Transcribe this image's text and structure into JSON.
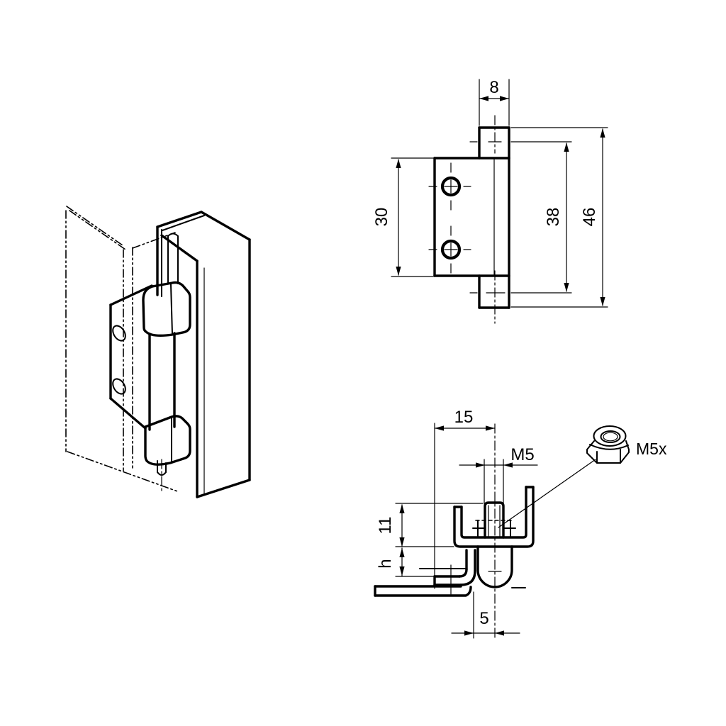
{
  "drawing": {
    "type": "technical-drawing-hinge",
    "colors": {
      "background": "#ffffff",
      "line": "#000000"
    },
    "front_view": {
      "dims": {
        "tab_width": "8",
        "plate_height": "30",
        "knuckle_span": "38",
        "total_height": "46"
      }
    },
    "section_view": {
      "dims": {
        "leaf_offset": "15",
        "thread": "M5",
        "channel_depth": "11",
        "height_var": "h",
        "pivot_offset": "5"
      }
    },
    "nut": {
      "label": "M5x"
    }
  }
}
